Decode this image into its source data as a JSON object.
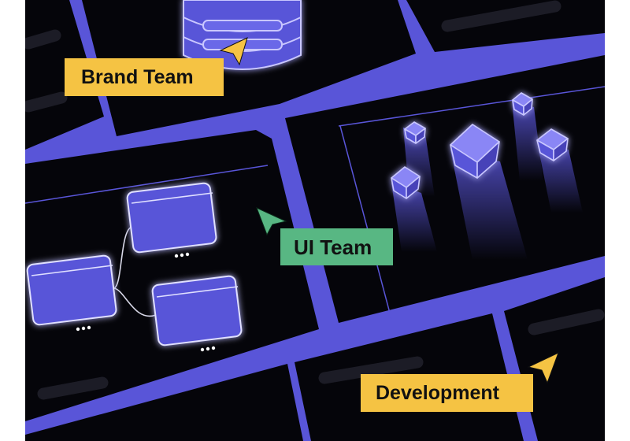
{
  "colors": {
    "background": "#05050a",
    "rails": "#5955d8",
    "brand_tag": "#f5c343",
    "ui_tag": "#58b783",
    "development_tag": "#f5c343"
  },
  "labels": {
    "brand": "Brand Team",
    "ui": "UI Team",
    "development": "Development"
  },
  "icons": {
    "brand_cursor": "cursor-arrow-icon",
    "ui_cursor": "cursor-arrow-icon",
    "development_cursor": "cursor-arrow-icon"
  }
}
